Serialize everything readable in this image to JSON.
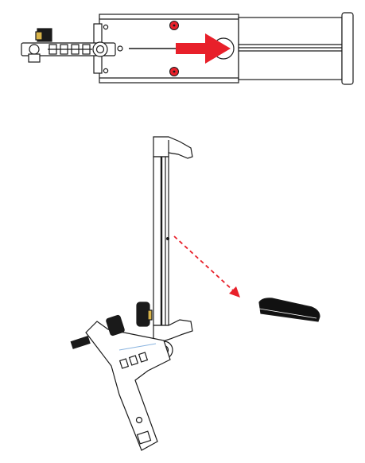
{
  "colors": {
    "line": "#1a1a1a",
    "fill": "#ffffff",
    "accent": "#e8202a",
    "pad": "#111111",
    "hint": "#8ab4e0"
  },
  "diagram": {
    "step_top": {
      "screw_count": 2,
      "arrow_direction": "right"
    },
    "step_bottom": {
      "arrow_style": "dashed",
      "arrow_direction": "down-right"
    }
  }
}
